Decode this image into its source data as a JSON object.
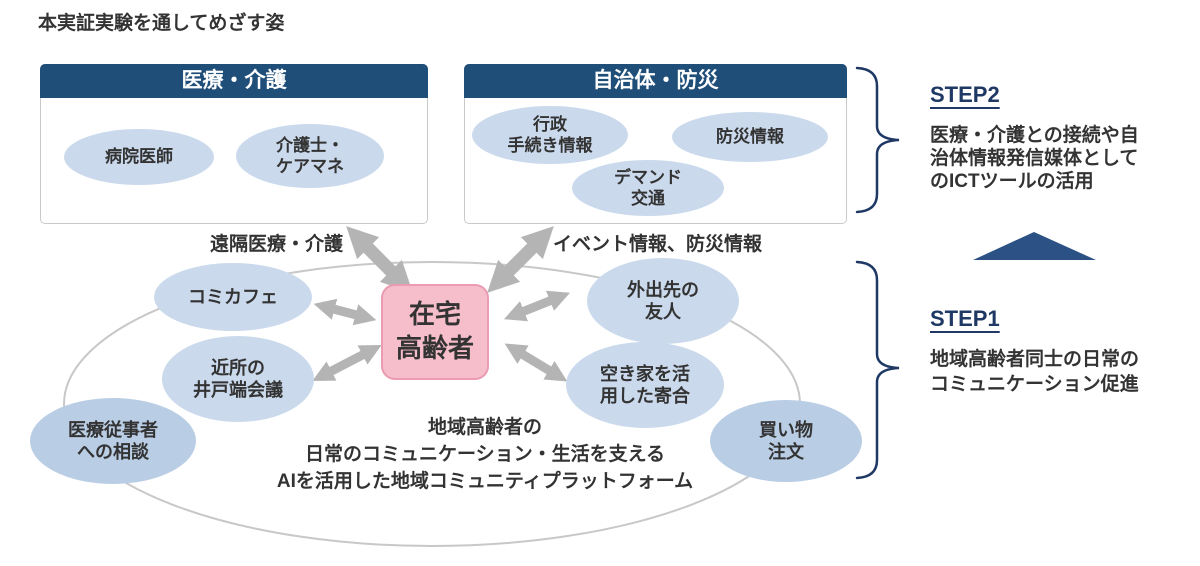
{
  "title": "本実証実験を通してめざす姿",
  "panels": {
    "medical": {
      "header": "医療・介護",
      "ellipses": [
        {
          "label": "病院医師"
        },
        {
          "label": "介護士・\nケアマネ"
        }
      ]
    },
    "municipal": {
      "header": "自治体・防災",
      "ellipses": [
        {
          "label": "行政\n手続き情報"
        },
        {
          "label": "防災情報"
        },
        {
          "label": "デマンド\n交通"
        }
      ]
    }
  },
  "connections": {
    "medical_link_label": "遠隔医療・介護",
    "municipal_link_label": "イベント情報、防災情報"
  },
  "platform": {
    "center_label": "在宅\n高齢者",
    "ellipses": [
      {
        "label": "コミカフェ"
      },
      {
        "label": "近所の\n井戸端会議"
      },
      {
        "label": "医療従事者\nへの相談"
      },
      {
        "label": "外出先の\n友人"
      },
      {
        "label": "空き家を活\n用した寄合"
      },
      {
        "label": "買い物\n注文"
      }
    ],
    "caption": "地域高齢者の\n日常のコミュニケーション・生活を支える\nAIを活用した地域コミュニティプラットフォーム"
  },
  "steps": {
    "step2": {
      "label": "STEP2",
      "description": "医療・介護との接続や自\n治体情報発信媒体として\nのICTツールの活用"
    },
    "step1": {
      "label": "STEP1",
      "description": "地域高齢者同士の日常の\nコミュニケーション促進"
    }
  },
  "colors": {
    "header_navy": "#1f4e79",
    "accent_navy": "#1f3864",
    "triangle_navy": "#2b5185",
    "ellipse_blue": "#cad9ec",
    "ellipse_blue_dark": "#b9cde5",
    "center_pink": "#f6bdca",
    "center_pink_border": "#ec9cb2",
    "arrow_gray": "#b4b4b4",
    "text_dark": "#333333"
  }
}
